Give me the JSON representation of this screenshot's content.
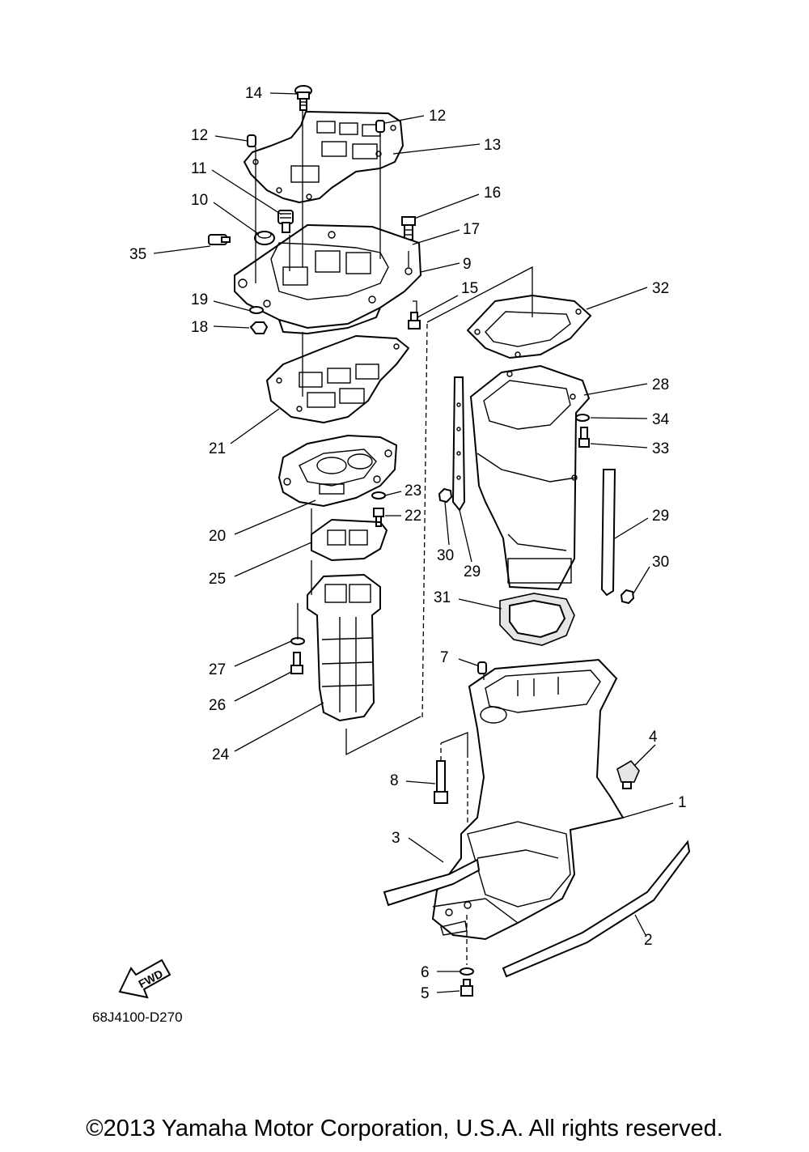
{
  "diagram": {
    "code": "68J4100-D270",
    "fwd_label": "FWD",
    "copyright": "©2013 Yamaha Motor Corporation, U.S.A. All rights reserved.",
    "callouts": [
      {
        "id": "c14",
        "label": "14"
      },
      {
        "id": "c12a",
        "label": "12"
      },
      {
        "id": "c12b",
        "label": "12"
      },
      {
        "id": "c13",
        "label": "13"
      },
      {
        "id": "c11",
        "label": "11"
      },
      {
        "id": "c16",
        "label": "16"
      },
      {
        "id": "c10",
        "label": "10"
      },
      {
        "id": "c17",
        "label": "17"
      },
      {
        "id": "c35",
        "label": "35"
      },
      {
        "id": "c9",
        "label": "9"
      },
      {
        "id": "c15",
        "label": "15"
      },
      {
        "id": "c32",
        "label": "32"
      },
      {
        "id": "c19",
        "label": "19"
      },
      {
        "id": "c18",
        "label": "18"
      },
      {
        "id": "c28",
        "label": "28"
      },
      {
        "id": "c34",
        "label": "34"
      },
      {
        "id": "c21",
        "label": "21"
      },
      {
        "id": "c33",
        "label": "33"
      },
      {
        "id": "c23",
        "label": "23"
      },
      {
        "id": "c22",
        "label": "22"
      },
      {
        "id": "c29a",
        "label": "29"
      },
      {
        "id": "c20",
        "label": "20"
      },
      {
        "id": "c30a",
        "label": "30"
      },
      {
        "id": "c29b",
        "label": "29"
      },
      {
        "id": "c30b",
        "label": "30"
      },
      {
        "id": "c25",
        "label": "25"
      },
      {
        "id": "c31",
        "label": "31"
      },
      {
        "id": "c7",
        "label": "7"
      },
      {
        "id": "c27",
        "label": "27"
      },
      {
        "id": "c26",
        "label": "26"
      },
      {
        "id": "c4",
        "label": "4"
      },
      {
        "id": "c24",
        "label": "24"
      },
      {
        "id": "c8",
        "label": "8"
      },
      {
        "id": "c1",
        "label": "1"
      },
      {
        "id": "c3",
        "label": "3"
      },
      {
        "id": "c2",
        "label": "2"
      },
      {
        "id": "c6",
        "label": "6"
      },
      {
        "id": "c5",
        "label": "5"
      }
    ]
  }
}
